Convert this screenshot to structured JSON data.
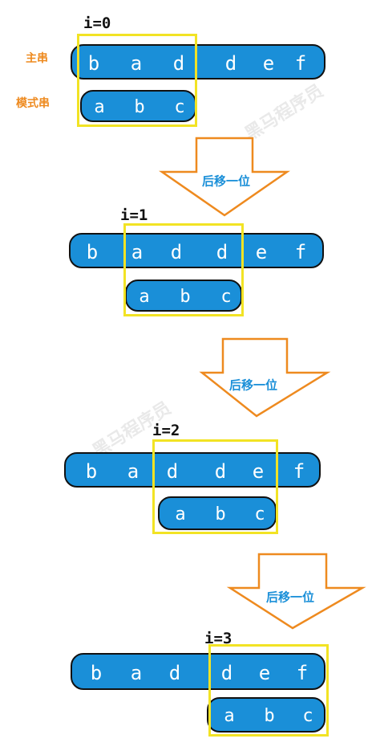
{
  "labels": {
    "main": "主串",
    "pattern": "模式串"
  },
  "main_string": [
    "b",
    "a",
    "d",
    "d",
    "e",
    "f"
  ],
  "pattern_string": [
    "a",
    "b",
    "c"
  ],
  "step_labels": [
    "i=0",
    "i=1",
    "i=2",
    "i=3"
  ],
  "arrow_label": "后移一位",
  "watermark": "黑马程序员",
  "colors": {
    "strip": "#1a8fd8",
    "frame": "#f2e324",
    "arrow": "#ee8a1f",
    "label": "#ee8a1f"
  }
}
